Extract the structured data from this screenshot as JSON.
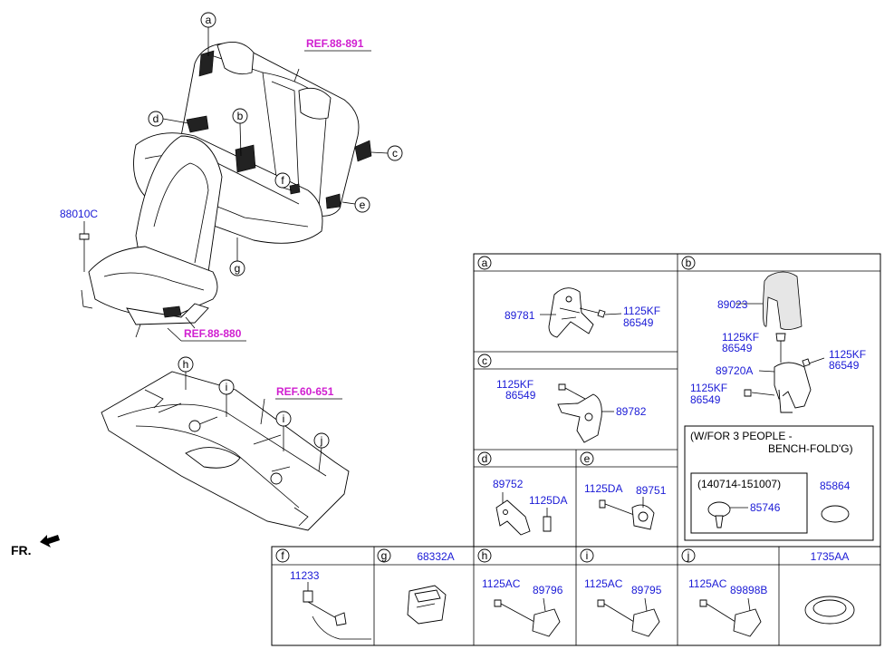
{
  "callouts": {
    "a": "a",
    "b": "b",
    "c": "c",
    "d": "d",
    "e": "e",
    "f": "f",
    "g": "g",
    "h": "h",
    "i": "i",
    "j": "j"
  },
  "refs": {
    "rear_seat": "REF.88-891",
    "front_seat": "REF.88-880",
    "floor": "REF.60-651"
  },
  "main_parts": {
    "bolt_88010c": "88010C"
  },
  "direction": "FR.",
  "panels": {
    "a": {
      "label": "a",
      "bracket": "89781",
      "bolt": "1125KF",
      "bolt_alt": "86549"
    },
    "b": {
      "label": "b",
      "cover": "89023",
      "bolt1": "1125KF",
      "bolt1_alt": "86549",
      "bolt2": "1125KF",
      "bolt2_alt": "86549",
      "latch": "89720A",
      "bolt3": "1125KF",
      "bolt3_alt": "86549",
      "sub_title_line1": "(W/FOR 3 PEOPLE -",
      "sub_title_line2": "BENCH-FOLD'G)",
      "date_range": "(140714-151007)",
      "clip": "85746",
      "pad": "85864"
    },
    "c": {
      "label": "c",
      "bolt": "1125KF",
      "bolt_alt": "86549",
      "bracket": "89782"
    },
    "d": {
      "label": "d",
      "bracket": "89752",
      "bolt": "1125DA"
    },
    "e": {
      "label": "e",
      "bolt": "1125DA",
      "bracket": "89751"
    },
    "f": {
      "label": "f",
      "bolt": "11233"
    },
    "g": {
      "label": "g",
      "part": "68332A"
    },
    "h": {
      "label": "h",
      "bolt": "1125AC",
      "bracket": "89796"
    },
    "i": {
      "label": "i",
      "bolt": "1125AC",
      "bracket": "89795"
    },
    "j": {
      "label": "j",
      "bolt": "1125AC",
      "bracket": "89898B"
    },
    "k": {
      "part": "1735AA"
    }
  },
  "colors": {
    "part_number": "#1a1ad6",
    "reference": "#d01fd0",
    "line": "#000000"
  }
}
